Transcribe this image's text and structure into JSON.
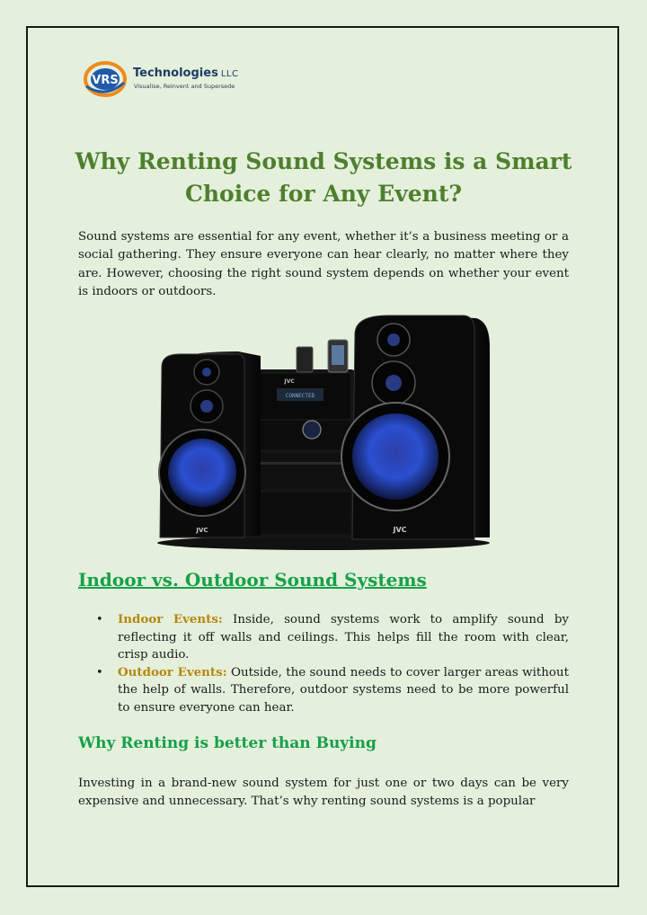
{
  "logo": {
    "mark_text": "VRS",
    "company": "Technologies",
    "suffix": "LLC",
    "tagline": "Visualise, Reinvent and Supersede",
    "colors": {
      "orange": "#f08a1c",
      "blue": "#1f5aa8",
      "navy": "#1f3b63"
    }
  },
  "title": "Why Renting Sound Systems is a Smart Choice for Any Event?",
  "intro": "Sound systems are essential for any event, whether it’s a business meeting or a social gathering. They ensure everyone can hear clearly, no matter where they are. However, choosing the right sound system depends on whether your event is indoors or outdoors.",
  "image": {
    "icon": "speaker-system-image",
    "brand": "JVC",
    "display_text": "CONNECTED"
  },
  "section1": {
    "heading": "Indoor vs. Outdoor Sound Systems",
    "items": [
      {
        "label": "Indoor Events:",
        "text": "Inside, sound systems work to amplify sound by reflecting it off walls and ceilings. This helps fill the room with clear, crisp audio."
      },
      {
        "label": "Outdoor Events:",
        "text": "Outside, the sound needs to cover larger areas without the help of walls. Therefore, outdoor systems need to be more powerful to ensure everyone can hear."
      }
    ]
  },
  "section2": {
    "heading": "Why Renting is better than Buying",
    "text": "Investing in a brand-new sound system for just one or two days can be very expensive and unnecessary. That’s why renting sound systems is a popular"
  },
  "colors": {
    "background": "#e4f0dc",
    "title": "#4f7f2e",
    "heading": "#17a04a",
    "bullet_label": "#b8860b"
  }
}
